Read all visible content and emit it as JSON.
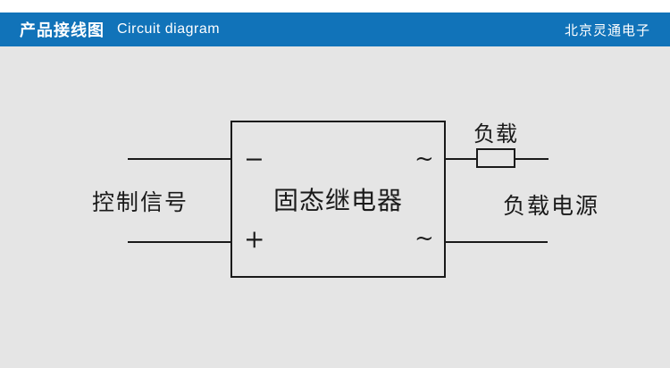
{
  "header": {
    "title_zh": "产品接线图",
    "title_en": "Circuit diagram",
    "company": "北京灵通电子"
  },
  "colors": {
    "header_bg": "#1173b9",
    "header_text": "#ffffff",
    "page_bg": "#e5e5e5",
    "line": "#1a1a1a",
    "text": "#1a1a1a"
  },
  "diagram": {
    "relay_label": "固态继电器",
    "control_signal_label": "控制信号",
    "load_label": "负载",
    "load_power_label": "负载电源",
    "terminal_minus": "−",
    "terminal_plus": "+",
    "terminal_ac_top": "~",
    "terminal_ac_bottom": "~"
  }
}
